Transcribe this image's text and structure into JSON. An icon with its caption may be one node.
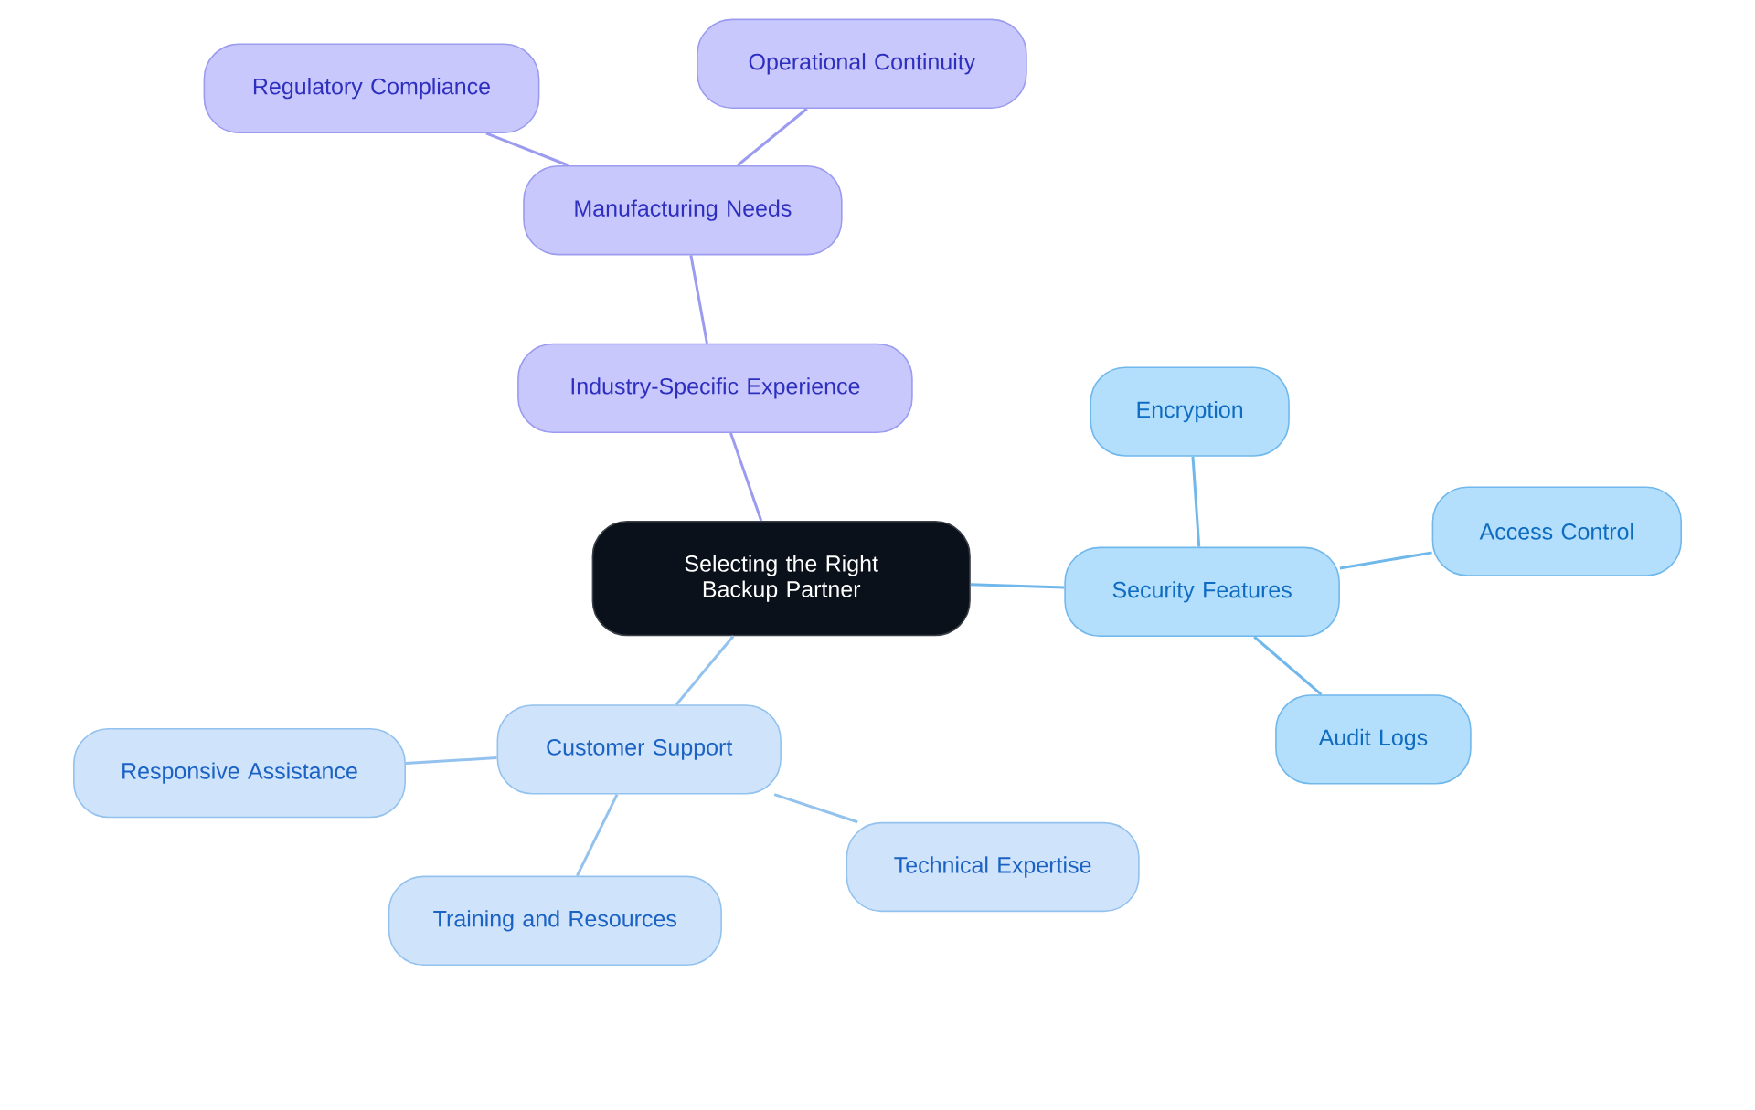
{
  "diagram": {
    "nodes": [
      {
        "text": [
          "Selecting the Right Backup Partner"
        ]
      },
      {
        "text": [
          "Industry-Specific Experience"
        ]
      },
      {
        "text": [
          "Manufacturing Needs"
        ]
      },
      {
        "text": [
          "Regulatory Compliance"
        ]
      },
      {
        "text": [
          "Operational Continuity"
        ]
      },
      {
        "text": [
          "Security Features"
        ]
      },
      {
        "text": [
          "Encryption"
        ]
      },
      {
        "text": [
          "Access Control"
        ]
      },
      {
        "text": [
          "Audit Logs"
        ]
      },
      {
        "text": [
          "Customer Support"
        ]
      },
      {
        "text": [
          "Responsive Assistance"
        ]
      },
      {
        "text": [
          "Training and Resources"
        ]
      },
      {
        "text": [
          "Technical Expertise"
        ]
      }
    ],
    "edges": [
      {
        "from": 0,
        "to": 1,
        "arrow": "none",
        "color": "#9b9bf0"
      },
      {
        "from": 1,
        "to": 2,
        "arrow": "none",
        "color": "#9b9bf0"
      },
      {
        "from": 2,
        "to": 3,
        "arrow": "none",
        "color": "#9b9bf0"
      },
      {
        "from": 2,
        "to": 4,
        "arrow": "none",
        "color": "#9b9bf0"
      },
      {
        "from": 0,
        "to": 5,
        "arrow": "none",
        "color": "#70b8ec"
      },
      {
        "from": 5,
        "to": 6,
        "arrow": "none",
        "color": "#70b8ec"
      },
      {
        "from": 5,
        "to": 7,
        "arrow": "none",
        "color": "#70b8ec"
      },
      {
        "from": 5,
        "to": 8,
        "arrow": "none",
        "color": "#70b8ec"
      },
      {
        "from": 0,
        "to": 9,
        "arrow": "none",
        "color": "#94c2ee"
      },
      {
        "from": 9,
        "to": 10,
        "arrow": "none",
        "color": "#94c2ee"
      },
      {
        "from": 9,
        "to": 11,
        "arrow": "none",
        "color": "#94c2ee"
      },
      {
        "from": 9,
        "to": 12,
        "arrow": "none",
        "color": "#94c2ee"
      }
    ]
  }
}
